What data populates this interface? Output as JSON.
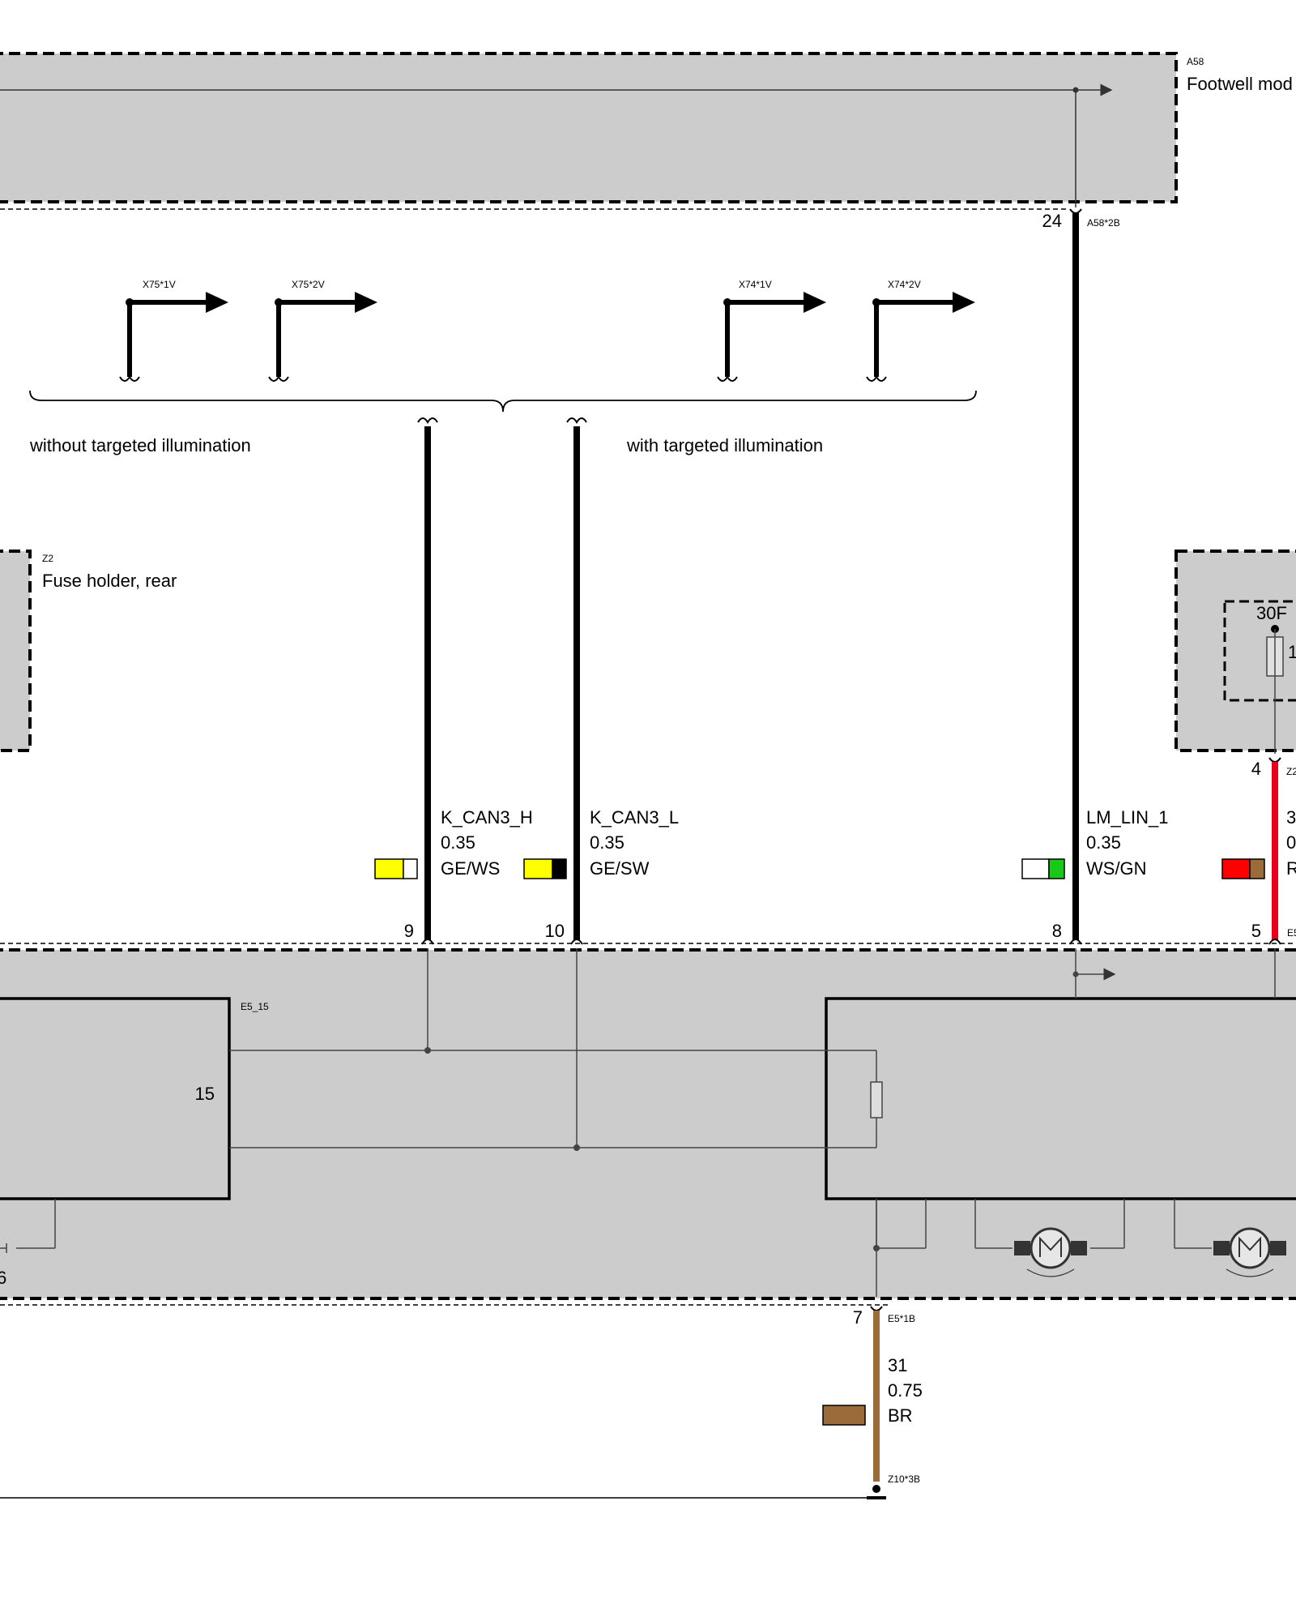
{
  "modules": {
    "a58": {
      "id": "A58",
      "name": "Footwell mod",
      "connector": "A58*2B",
      "pin": "24"
    },
    "z2": {
      "id": "Z2",
      "name": "Fuse holder, rear",
      "fuse_label": "30F",
      "fuse_value": "1",
      "pin": "4",
      "connector": "Z2"
    },
    "e5": {
      "sub_id": "E5_15",
      "terminal_15": "15",
      "ground_connector": "E5*1B",
      "ground_pin": "7",
      "right_connector": "E5"
    },
    "z10": {
      "connector": "Z10*3B"
    }
  },
  "connectors": {
    "x75_1v": "X75*1V",
    "x75_2v": "X75*2V",
    "x74_1v": "X74*1V",
    "x74_2v": "X74*2V"
  },
  "notes": {
    "without": "without targeted illumination",
    "with": "with targeted illumination"
  },
  "wires": [
    {
      "signal": "K_CAN3_H",
      "gauge": "0.35",
      "color_code": "GE/WS",
      "pin": "9",
      "colors": [
        "#ffff00",
        "#ffffff"
      ]
    },
    {
      "signal": "K_CAN3_L",
      "gauge": "0.35",
      "color_code": "GE/SW",
      "pin": "10",
      "colors": [
        "#ffff00",
        "#000000"
      ]
    },
    {
      "signal": "LM_LIN_1",
      "gauge": "0.35",
      "color_code": "WS/GN",
      "pin": "8",
      "colors": [
        "#ffffff",
        "#19c819"
      ]
    },
    {
      "signal": "3",
      "gauge": "0",
      "color_code": "R",
      "pin": "5",
      "colors": [
        "#ff0000",
        "#9c6b3a"
      ]
    },
    {
      "signal": "31",
      "gauge": "0.75",
      "color_code": "BR",
      "pin": "7",
      "colors": [
        "#9c6b3a"
      ]
    }
  ],
  "pin_6": "6",
  "colors": {
    "module_fill": "#cccccc",
    "wire_red": "#e8001c",
    "wire_brown": "#9c6b3a"
  }
}
